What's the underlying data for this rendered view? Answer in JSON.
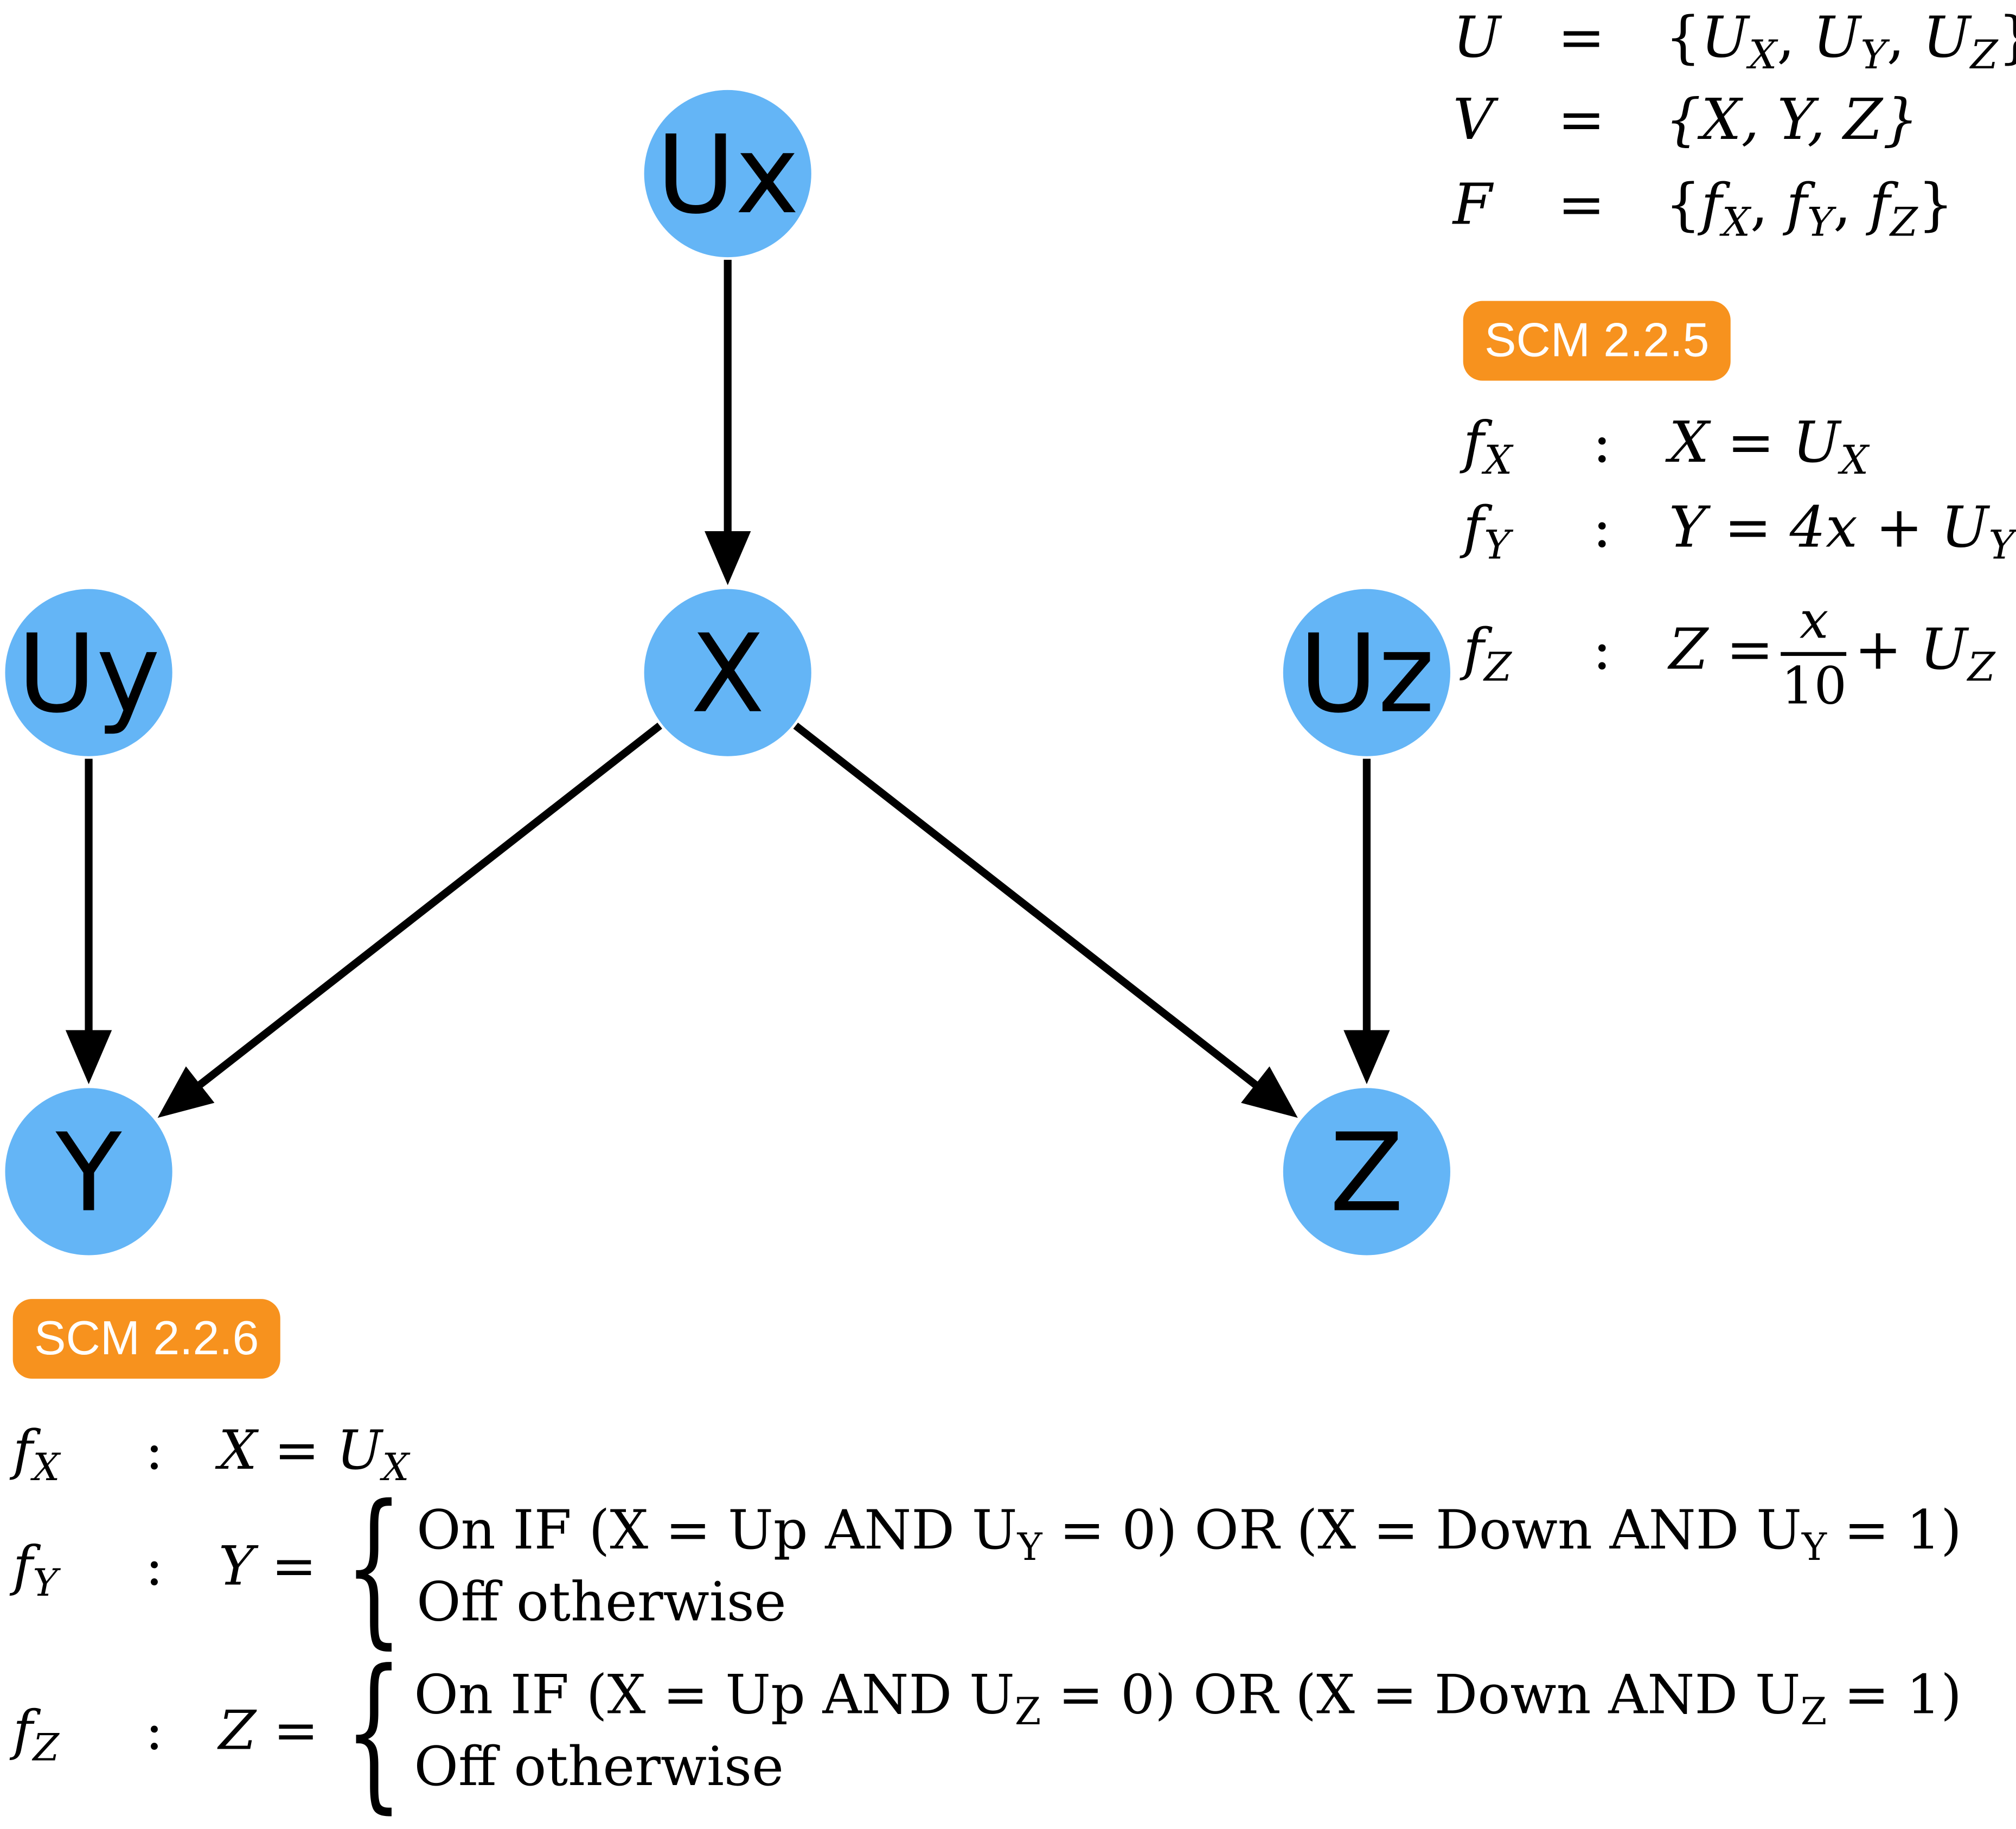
{
  "nodes": [
    {
      "id": "Ux",
      "label": "Ux"
    },
    {
      "id": "Uy",
      "label": "Uy"
    },
    {
      "id": "X",
      "label": "X"
    },
    {
      "id": "Uz",
      "label": "Uz"
    },
    {
      "id": "Y",
      "label": "Y"
    },
    {
      "id": "Z",
      "label": "Z"
    }
  ],
  "edges": [
    {
      "from": "Ux",
      "to": "X"
    },
    {
      "from": "Uy",
      "to": "Y"
    },
    {
      "from": "X",
      "to": "Y"
    },
    {
      "from": "X",
      "to": "Z"
    },
    {
      "from": "Uz",
      "to": "Z"
    }
  ],
  "colors": {
    "node_fill": "#64b5f6",
    "badge_fill": "#f7921e",
    "edge": "#000000"
  },
  "sets": {
    "U": {
      "lhs": "U",
      "eq": "=",
      "rhs_open": "{",
      "items": [
        "U",
        "X",
        "U",
        "Y",
        "U",
        "Z"
      ],
      "rhs_close": "}"
    },
    "V": {
      "lhs": "V",
      "eq": "=",
      "rhs": "{X, Y, Z}"
    },
    "F": {
      "lhs": "F",
      "eq": "=",
      "f": "f",
      "x": "X",
      "y": "Y",
      "z": "Z"
    }
  },
  "badges": {
    "scm_top": "SCM 2.2.5",
    "scm_bottom": "SCM 2.2.6"
  },
  "scm_2_2_5": {
    "colon": ":",
    "fx": {
      "f": "f",
      "sub": "X",
      "lhs": "X",
      "eq": "=",
      "u": "U",
      "usub": "X"
    },
    "fy": {
      "f": "f",
      "sub": "Y",
      "lhs": "Y",
      "eq": "=",
      "mid": "4x +",
      "u": "U",
      "usub": "Y"
    },
    "fz": {
      "f": "f",
      "sub": "Z",
      "lhs": "Z",
      "eq": "=",
      "num": "x",
      "den": "10",
      "plus": "+",
      "u": "U",
      "usub": "Z"
    }
  },
  "scm_2_2_6": {
    "colon": ":",
    "fx": {
      "f": "f",
      "sub": "X",
      "lhs": "X",
      "eq": "=",
      "u": "U",
      "usub": "X"
    },
    "fy": {
      "f": "f",
      "sub": "Y",
      "lhs": "Y =",
      "case1_a": "On IF (X = Up AND U",
      "case1_sub1": "Y",
      "case1_b": " = 0)  OR  (X = Down AND U",
      "case1_sub2": "Y",
      "case1_c": " = 1)",
      "case2": "Off otherwise"
    },
    "fz": {
      "f": "f",
      "sub": "Z",
      "lhs": "Z =",
      "case1_a": "On IF (X = Up AND U",
      "case1_sub1": "Z",
      "case1_b": " = 0)  OR  (X = Down AND U",
      "case1_sub2": "Z",
      "case1_c": " = 1)",
      "case2": "Off otherwise"
    }
  }
}
